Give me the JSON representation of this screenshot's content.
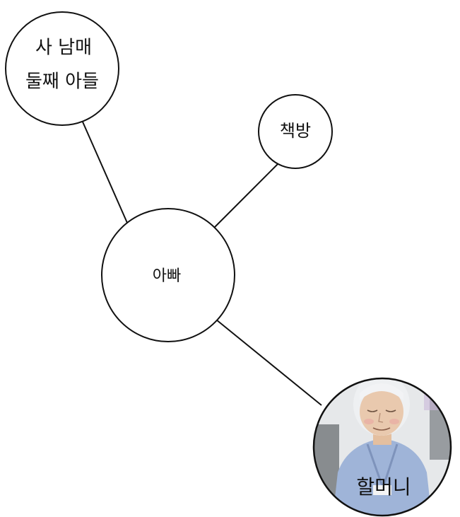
{
  "diagram": {
    "center": {
      "label": "아빠"
    },
    "nodes": [
      {
        "id": "sibling",
        "lines": [
          "사 남매",
          "둘째 아들"
        ]
      },
      {
        "id": "bookstore",
        "lines": [
          "책방"
        ]
      },
      {
        "id": "grandma",
        "lines": [
          "할머니"
        ],
        "illustration": "grandmother-portrait"
      }
    ],
    "colors": {
      "stroke": "#111111",
      "background": "#ffffff",
      "portrait_bg": "#dfe3e6",
      "portrait_robe": "#9fb4d8",
      "portrait_skin": "#e9c9ae",
      "portrait_hair": "#eef0f2"
    }
  }
}
